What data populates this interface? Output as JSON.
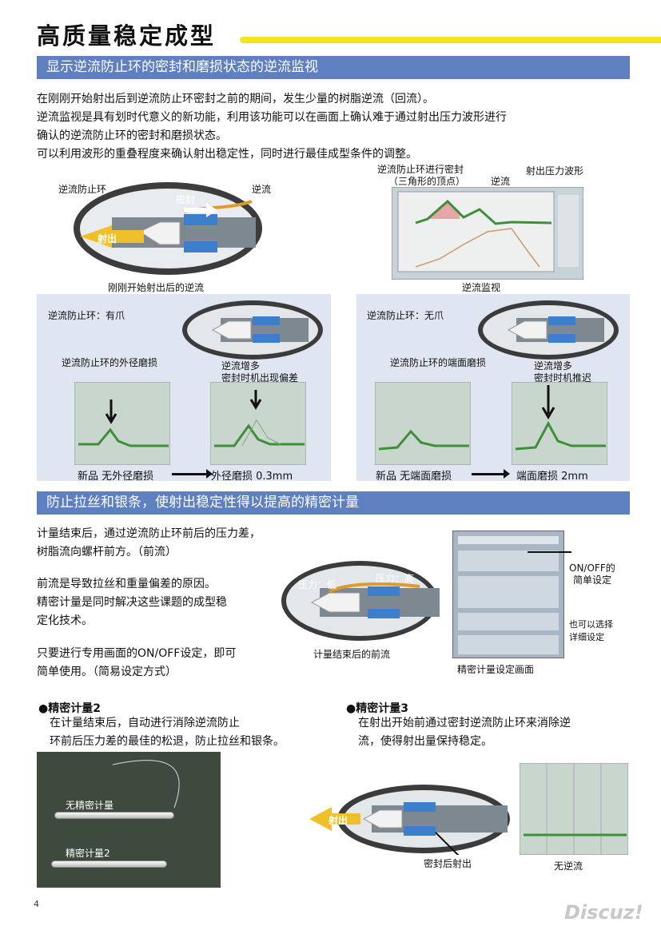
{
  "header": {
    "title": "高质量稳定成型"
  },
  "section1": {
    "heading": "显示逆流防止环的密封和磨损状态的逆流监视",
    "para": [
      "在刚刚开始射出后到逆流防止环密封之前的期间，发生少量的树脂逆流（回流）。",
      "逆流监视是具有划时代意义的新功能，利用该功能可以在画面上确认难于通过射出压力波形进行",
      "确认的逆流防止环的密封和磨损状态。",
      "可以利用波形的重叠程度来确认射出稳定性，同时进行最佳成型条件的调整。"
    ],
    "diagram": {
      "ring": "逆流防止环",
      "seal": "密封",
      "backflow": "逆流",
      "inject": "射出",
      "caption": "刚刚开始射出后的逆流"
    },
    "monitor": {
      "callout_seal": "逆流防止环进行密封",
      "callout_triangle": "（三角形的顶点）",
      "callout_backflow": "逆流",
      "callout_wave": "射出压力波形",
      "caption": "逆流监视"
    },
    "left_panel": {
      "title": "逆流防止环：有爪",
      "wear": "逆流防止环的外径磨损",
      "inc1": "逆流增多",
      "inc2": "密封时机出现偏差",
      "new": "新品 无外径磨损",
      "worn": "外径磨损 0.3mm"
    },
    "right_panel": {
      "title": "逆流防止环：无爪",
      "wear": "逆流防止环的端面磨损",
      "inc1": "逆流增多",
      "inc2": "密封时机推迟",
      "new": "新品 无端面磨损",
      "worn": "端面磨损 2mm"
    }
  },
  "section2": {
    "heading": "防止拉丝和银条，使射出稳定性得以提高的精密计量",
    "p1": [
      "计量结束后，通过逆流防止环前后的压力差，",
      "树脂流向螺杆前方。（前流）"
    ],
    "p2": [
      "前流是导致拉丝和重量偏差的原因。",
      "精密计量是同时解决这些课题的成型稳",
      "定化技术。"
    ],
    "p3": [
      "只要进行专用画面的ON/OFF设定，即可",
      "简单使用。（简易设定方式）"
    ],
    "diagram": {
      "low": "压力：低",
      "high": "压力：高",
      "caption": "计量结束后的前流"
    },
    "screen": {
      "onoff1": "ON/OFF的",
      "onoff2": "简单设定",
      "detail1": "也可以选择",
      "detail2": "详细设定",
      "caption": "精密计量设定画面"
    },
    "b2": {
      "title": "●精密计量2",
      "text": [
        "在计量结束后，自动进行消除逆流防止",
        "环前后压力差的最佳的松退，防止拉丝和银条。"
      ],
      "photo_top": "无精密计量",
      "photo_bottom": "精密计量2"
    },
    "b3": {
      "title": "●精密计量3",
      "text": [
        "在射出开始前通过密封逆流防止环来消除逆",
        "流，使得射出量保持稳定。"
      ],
      "inject": "射出",
      "after_seal": "密封后射出",
      "no_backflow": "无逆流"
    }
  },
  "footer": {
    "page": "4",
    "watermark": "Discuz!"
  },
  "colors": {
    "accent": "#5e7fc0",
    "title_bar": "#f5e41e",
    "panel": "#dfe6f1",
    "wave": "#3f8f3a"
  }
}
